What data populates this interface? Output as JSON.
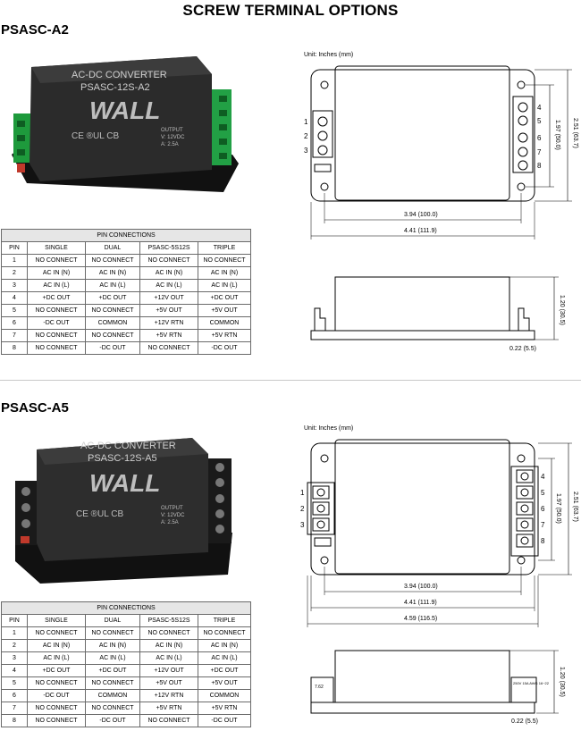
{
  "page_title": "SCREW TERMINAL OPTIONS",
  "sections": [
    {
      "model": "PSASC-A2",
      "units": "Unit: Inches (mm)",
      "product_label": {
        "line1": "AC-DC CONVERTER",
        "line2": "PSASC-12S-A2",
        "brand": "WALL",
        "output": "OUTPUT",
        "voltage": "V: 12VDC",
        "current": "A: 2.5A",
        "marks": "CE ®UL CB"
      },
      "dims": {
        "height": "2.51 (63.7)",
        "pitch": "1.97 (50.0)",
        "width_inner": "3.94 (100.0)",
        "width_outer": "4.41 (111.9)",
        "depth": "1.20 (30.5)",
        "flange": "0.22 (5.5)"
      },
      "left_pins": [
        "1",
        "2",
        "3"
      ],
      "right_pins": [
        "4",
        "5",
        "6",
        "7",
        "8"
      ]
    },
    {
      "model": "PSASC-A5",
      "units": "Unit: Inches (mm)",
      "product_label": {
        "line1": "AC-DC CONVERTER",
        "line2": "PSASC-12S-A5",
        "brand": "WALL",
        "output": "OUTPUT",
        "voltage": "V: 12VDC",
        "current": "A: 2.5A",
        "marks": "CE ®UL CB"
      },
      "dims": {
        "height": "2.51 (63.7)",
        "pitch": "1.97 (50.0)",
        "width_inner": "3.94 (100.0)",
        "width_outer": "4.41 (111.9)",
        "width_total": "4.59 (116.5)",
        "depth": "1.20 (30.5)",
        "flange": "0.22 (5.5)",
        "side_label_left": "7.62",
        "side_label_right": "250V 15A AWG 16~22"
      },
      "left_pins": [
        "1",
        "2",
        "3"
      ],
      "right_pins": [
        "4",
        "5",
        "6",
        "7",
        "8"
      ]
    }
  ],
  "pin_table": {
    "caption": "PIN CONNECTIONS",
    "headers": [
      "PIN",
      "SINGLE",
      "DUAL",
      "PSASC-5S12S",
      "TRIPLE"
    ],
    "rows": [
      [
        "1",
        "NO CONNECT",
        "NO CONNECT",
        "NO CONNECT",
        "NO CONNECT"
      ],
      [
        "2",
        "AC IN (N)",
        "AC IN (N)",
        "AC IN (N)",
        "AC IN (N)"
      ],
      [
        "3",
        "AC IN (L)",
        "AC IN (L)",
        "AC IN (L)",
        "AC IN (L)"
      ],
      [
        "4",
        "+DC OUT",
        "+DC OUT",
        "+12V OUT",
        "+DC OUT"
      ],
      [
        "5",
        "NO CONNECT",
        "NO CONNECT",
        "+5V OUT",
        "+5V OUT"
      ],
      [
        "6",
        "-DC OUT",
        "COMMON",
        "+12V RTN",
        "COMMON"
      ],
      [
        "7",
        "NO CONNECT",
        "NO CONNECT",
        "+5V RTN",
        "+5V RTN"
      ],
      [
        "8",
        "NO CONNECT",
        "-DC OUT",
        "NO CONNECT",
        "-DC OUT"
      ]
    ]
  }
}
